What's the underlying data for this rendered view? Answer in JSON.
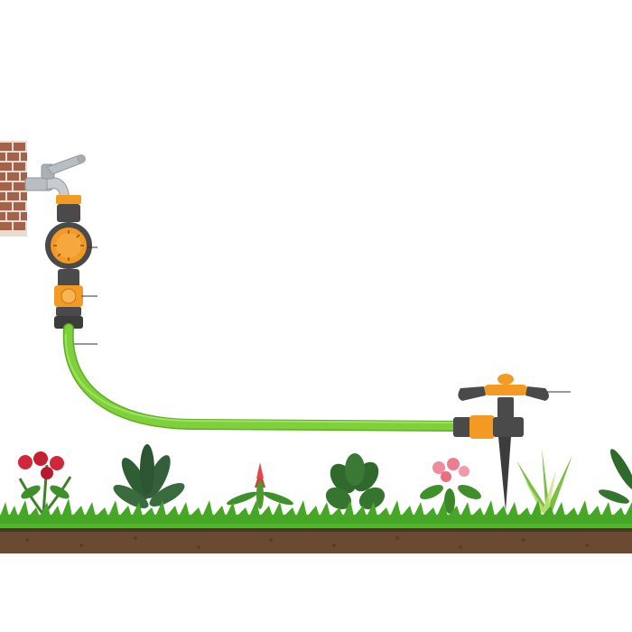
{
  "scene": {
    "background": "#ffffff",
    "colors": {
      "hose": "#7fd13b",
      "hose_shadow": "#5fae22",
      "fitting_orange": "#f39a25",
      "fitting_dark": "#4a4a4a",
      "metal": "#b9bec3",
      "brick": "#a4624a",
      "mortar": "#e7ddd2",
      "grass": "#52b62c",
      "grass_dark": "#3f8f1f",
      "soil": "#6b4a33",
      "soil_dark": "#4f3423",
      "leader_line": "#333333"
    },
    "icons": [
      "brick-wall-icon",
      "water-tap-icon",
      "hose-timer-icon",
      "quick-connector-icon",
      "garden-hose-icon",
      "rotary-sprinkler-icon",
      "flower-plant-icon",
      "grass-strip-icon",
      "soil-strip-icon"
    ],
    "plants": [
      {
        "kind": "red-roses"
      },
      {
        "kind": "dark-leaf"
      },
      {
        "kind": "red-bromeliad"
      },
      {
        "kind": "broad-leaf"
      },
      {
        "kind": "pink-flower"
      },
      {
        "kind": "spiky-leaf"
      },
      {
        "kind": "tall-leaf"
      }
    ]
  }
}
